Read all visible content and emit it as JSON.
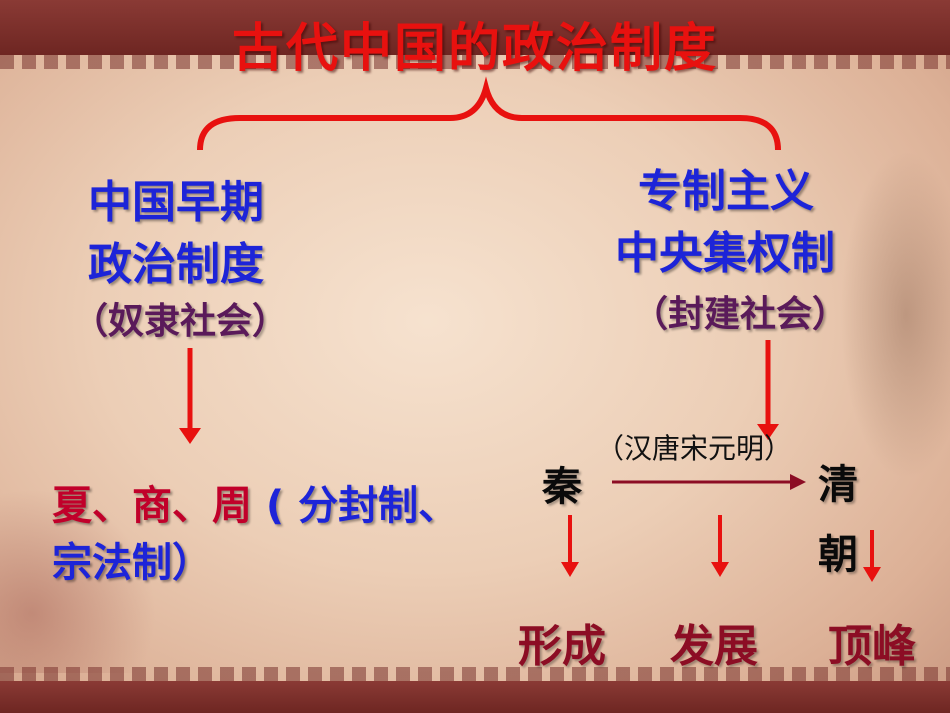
{
  "title": "古代中国的政治制度",
  "left": {
    "heading_line1": "中国早期",
    "heading_line2": "政治制度",
    "society": "（奴隶社会）",
    "dynasties": "夏、商、周",
    "systems": " ( 分封制、宗法制）"
  },
  "right": {
    "heading_line1": "专制主义",
    "heading_line2": "中央集权制",
    "society": "（封建社会）",
    "start": "秦",
    "middle": "（汉唐宋元明）",
    "end_line1": "清",
    "end_line2": "朝"
  },
  "stages": [
    "形成",
    "发展",
    "顶峰"
  ],
  "colors": {
    "title": "#e8110f",
    "arrows": "#e8110f",
    "heading": "#1d24d8",
    "stages": "#8c0d24",
    "background_band": "#7a2c28"
  }
}
